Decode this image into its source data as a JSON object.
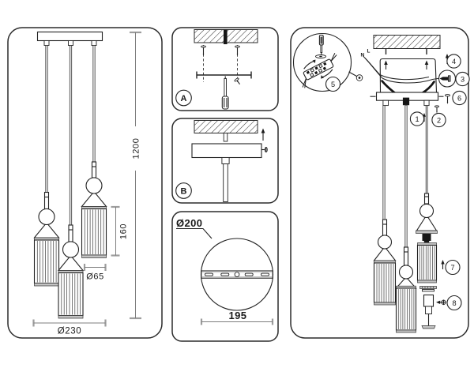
{
  "colors": {
    "line": "#1f1f1f",
    "dim_line": "#7d7d7d",
    "dim_tick": "#9d9d9d",
    "band_fill": "#c3c3c3",
    "cable_fill": "#e9e9e9",
    "socket_fill": "#161616",
    "background": "#ffffff"
  },
  "left_panel": {
    "dim_total_height": "1200",
    "dim_shade_height": "160",
    "dim_shade_diameter": "Ø65",
    "dim_fixture_diameter": "Ø230"
  },
  "step_a_panel": {
    "label": "A"
  },
  "step_b_panel": {
    "label": "B"
  },
  "mount_plate_panel": {
    "dim_plate_diameter": "Ø200",
    "dim_hole_spacing": "195"
  },
  "install_panel": {
    "wire_neutral": "N",
    "wire_line": "L",
    "callouts": {
      "c1": "1",
      "c2": "2",
      "c3": "3",
      "c4": "4",
      "c5": "5",
      "c6": "6",
      "c7": "7",
      "c8": "8"
    }
  }
}
